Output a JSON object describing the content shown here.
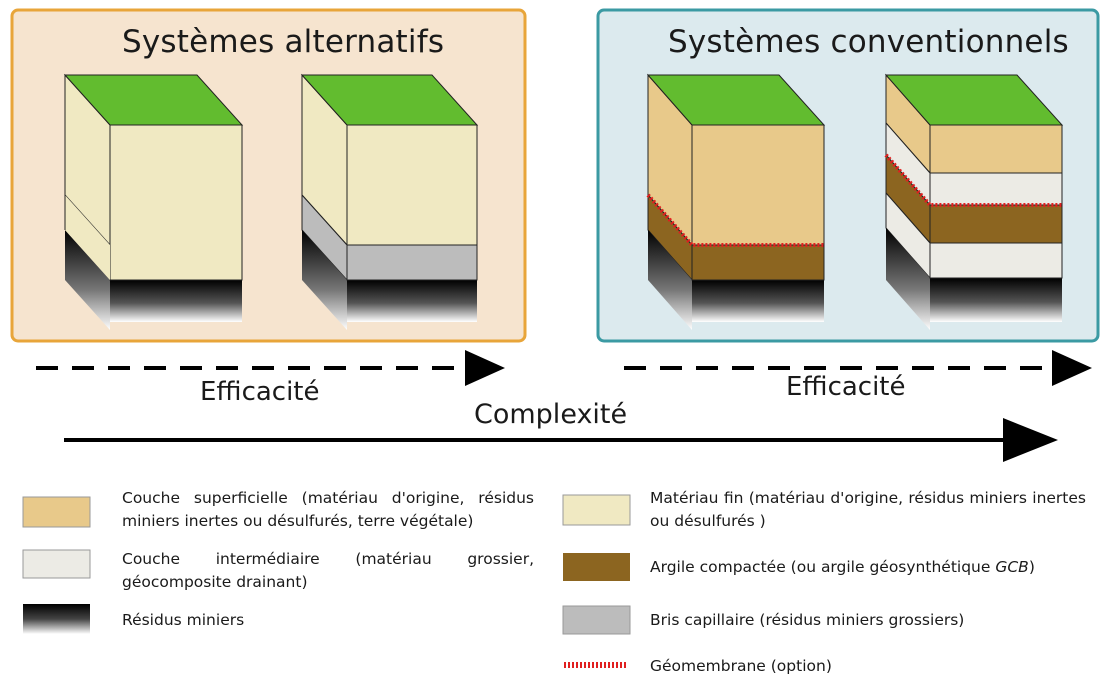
{
  "panels": {
    "alternative": {
      "title": "Systèmes alternatifs",
      "frame_color": "#e8a53a",
      "background": "#f6e4cf"
    },
    "conventional": {
      "title": "Systèmes conventionnels",
      "frame_color": "#3b9aa3",
      "background": "#dceaee"
    }
  },
  "arrows": {
    "left_label": "Efficacité",
    "right_label": "Efficacité",
    "main_label": "Complexité"
  },
  "colors": {
    "vegetation": "#62bc2f",
    "surface_layer": "#e8c98a",
    "fine_material": "#f0e9c2",
    "intermediate_layer": "#ecebe5",
    "compacted_clay": "#8c6520",
    "capillary_break": "#bcbcbc",
    "geomembrane": "#e02020"
  },
  "legend": [
    {
      "key": "surface_layer",
      "text": "Couche superficielle (matériau d'origine, résidus miniers inertes ou désulfurés, terre végétale)"
    },
    {
      "key": "intermediate_layer",
      "text": "Couche intermédiaire (matériau grossier, géocomposite drainant)"
    },
    {
      "key": "tailings",
      "text": "Résidus miniers"
    },
    {
      "key": "fine_material",
      "text": "Matériau fin (matériau d'origine, résidus miniers inertes ou désulfurés )"
    },
    {
      "key": "compacted_clay",
      "text_before": "Argile compactée (ou argile géosynthétique ",
      "text_emphasis": "GCB",
      "text_after": ")"
    },
    {
      "key": "capillary_break",
      "text": "Bris capillaire (résidus miniers grossiers)"
    },
    {
      "key": "geomembrane",
      "text": "Géomembrane (option)"
    }
  ]
}
